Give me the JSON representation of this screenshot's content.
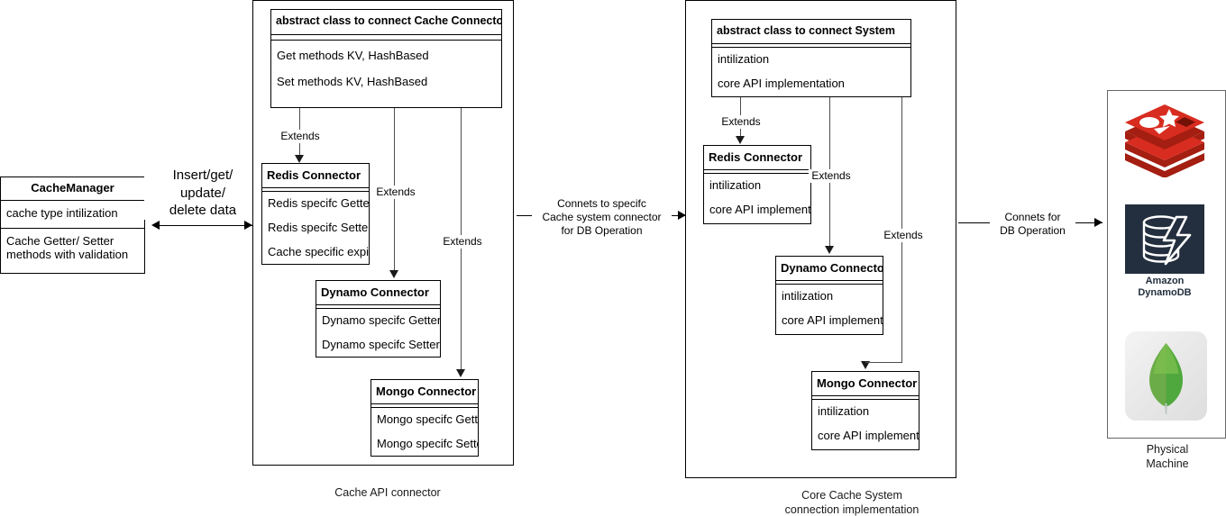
{
  "cache_manager": {
    "title": "CacheManager",
    "rows": [
      "cache type intilization",
      "Cache Getter/ Setter\nmethods with validation"
    ],
    "row1": "cache type intilization",
    "row2_line1": "Cache Getter/ Setter",
    "row2_line2": "methods with validation"
  },
  "edges": {
    "manager_to_cacheapi_l1": "Insert/get/",
    "manager_to_cacheapi_l2": "update/",
    "manager_to_cacheapi_l3": "delete data",
    "cacheapi_to_core_l1": "Connets to specifc",
    "cacheapi_to_core_l2": "Cache system connector",
    "cacheapi_to_core_l3": "for DB Operation",
    "core_to_machine_l1": "Connets for",
    "core_to_machine_l2": "DB Operation",
    "extends": "Extends"
  },
  "cache_api_group": {
    "caption": "Cache API connector",
    "abstract": {
      "title": "abstract class to connect Cache Connector",
      "rows": [
        "Get methods KV, HashBased",
        "Set methods KV, HashBased"
      ]
    },
    "redis": {
      "title": "Redis Connector",
      "rows": [
        "Redis specifc Getter",
        "Redis specifc Setter",
        "Cache specific expiry"
      ]
    },
    "dynamo": {
      "title": "Dynamo Connector",
      "rows": [
        "Dynamo specifc Getter",
        "Dynamo specifc Setter"
      ]
    },
    "mongo": {
      "title": "Mongo Connector",
      "rows": [
        "Mongo specifc Getter",
        "Mongo specifc Setter"
      ]
    }
  },
  "core_group": {
    "caption_line1": "Core Cache System",
    "caption_line2": "connection implementation",
    "abstract": {
      "title": "abstract class to connect System",
      "rows": [
        "intilization",
        "core API implementation"
      ]
    },
    "redis": {
      "title": "Redis Connector",
      "rows": [
        "intilization",
        "core API implementa"
      ]
    },
    "dynamo": {
      "title": "Dynamo Connector",
      "rows": [
        "intilization",
        "core API implementa"
      ]
    },
    "mongo": {
      "title": "Mongo Connector",
      "rows": [
        "intilization",
        "core API implementa"
      ]
    }
  },
  "physical_machine": {
    "caption_line1": "Physical",
    "caption_line2": "Machine",
    "logos": [
      {
        "name": "redis-logo",
        "label": ""
      },
      {
        "name": "amazon-dynamodb-logo",
        "label_line1": "Amazon",
        "label_line2": "DynamoDB"
      },
      {
        "name": "mongodb-logo",
        "label": ""
      }
    ],
    "dynamo_label_line1": "Amazon",
    "dynamo_label_line2": "DynamoDB"
  },
  "colors": {
    "redis_light": "#D82C20",
    "redis_dark": "#A41E11",
    "dynamo_bg": "#232f3e",
    "mongo_green_light": "#6CAC48",
    "mongo_green_dark": "#4FA83D",
    "line": "#000000"
  }
}
